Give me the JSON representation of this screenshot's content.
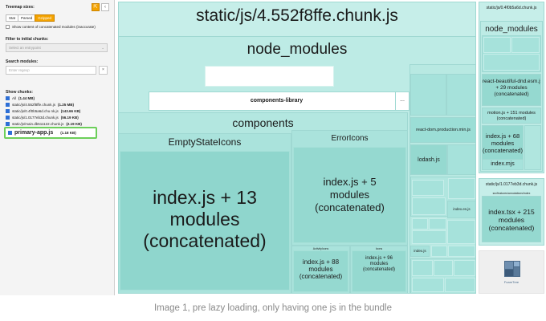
{
  "sidebar": {
    "toggle_icon": "pin-icon",
    "collapse_icon": "chevron-left-icon",
    "treemap_sizes_label": "Treemap sizes:",
    "size_buttons": [
      "Stat",
      "Parsed",
      "Gzipped"
    ],
    "active_size_button": "Gzipped",
    "concatenated_label": "Show content of concatenated modules (inaccurate)",
    "filter_label": "Filter to initial chunks:",
    "entrypoint_placeholder": "Select an entrypoint",
    "search_label": "Search modules:",
    "search_placeholder": "Enter regexp",
    "search_button_icon": "close-icon",
    "show_chunks_label": "Show chunks:",
    "chunks": [
      {
        "name": "All",
        "size": "(1.44 MB)"
      },
      {
        "name": "static/js/4.552f8ffe.chunk.js",
        "size": "(1.25 MB)"
      },
      {
        "name": "static/js/0.4f0b5a6d.chu nk.js",
        "size": "(143.66 KB)"
      },
      {
        "name": "static/js/1.0177eb3d.chunk.js",
        "size": "(56.19 KB)"
      },
      {
        "name": "static/js/main.db511122.chunk.js",
        "size": "(2.19 KB)"
      }
    ],
    "highlighted_chunk": {
      "name": "primary-app.js",
      "size": "(1.18 KB)"
    }
  },
  "treemap": {
    "main_chunk": "static/js/4.552f8ffe.chunk.js",
    "node_modules": "node_modules",
    "components_library": "components-library",
    "components": "components",
    "empty_state_icons": "EmptyStateIcons",
    "big_module": [
      "index.js + 13",
      "modules",
      "(concatenated)"
    ],
    "error_icons": "ErrorIcons",
    "error_module": [
      "index.js + 5",
      "modules",
      "(concatenated)"
    ],
    "activity_icons": "ActivityIcons",
    "icons_label": "Icons",
    "module_88": [
      "index.js + 88",
      "modules",
      "(concatenated)"
    ],
    "module_96": [
      "index.js + 96",
      "modules",
      "(concatenated)"
    ],
    "react_dom": "react-dom.production.min.js",
    "lodash": "lodash.js",
    "index_es": "index.es.js",
    "index_js": "index.js",
    "ellipsis": "...",
    "right_chunk_1": "static/js/0.4f0b5a6d.chunk.js",
    "right_node_modules": "node_modules",
    "beautiful_dnd": [
      "react-beautiful-dnd.esm.js",
      "+ 29 modules",
      "(concatenated)"
    ],
    "motion": "motion.js + 151 modules",
    "motion_sub": "(concatenated)",
    "right_module_68": [
      "index.js + 68",
      "modules",
      "(concatenated)"
    ],
    "index_mjs": "index.mjs",
    "right_chunk_2": "static/js/1.0177eb3d.chunk.js",
    "right_chunk_2_sub": "src/features/annotations/index",
    "right_module_215": [
      "index.tsx + 215",
      "modules",
      "(concatenated)"
    ],
    "foamtree_logo": "FoamTree"
  },
  "caption": "Image 1, pre lazy loading, only having one js in the bundle",
  "colors": {
    "teal": "#a6e2db",
    "teal_dark": "#8fd6cd",
    "orange": "#f4a300",
    "green": "#6ccf5a"
  }
}
